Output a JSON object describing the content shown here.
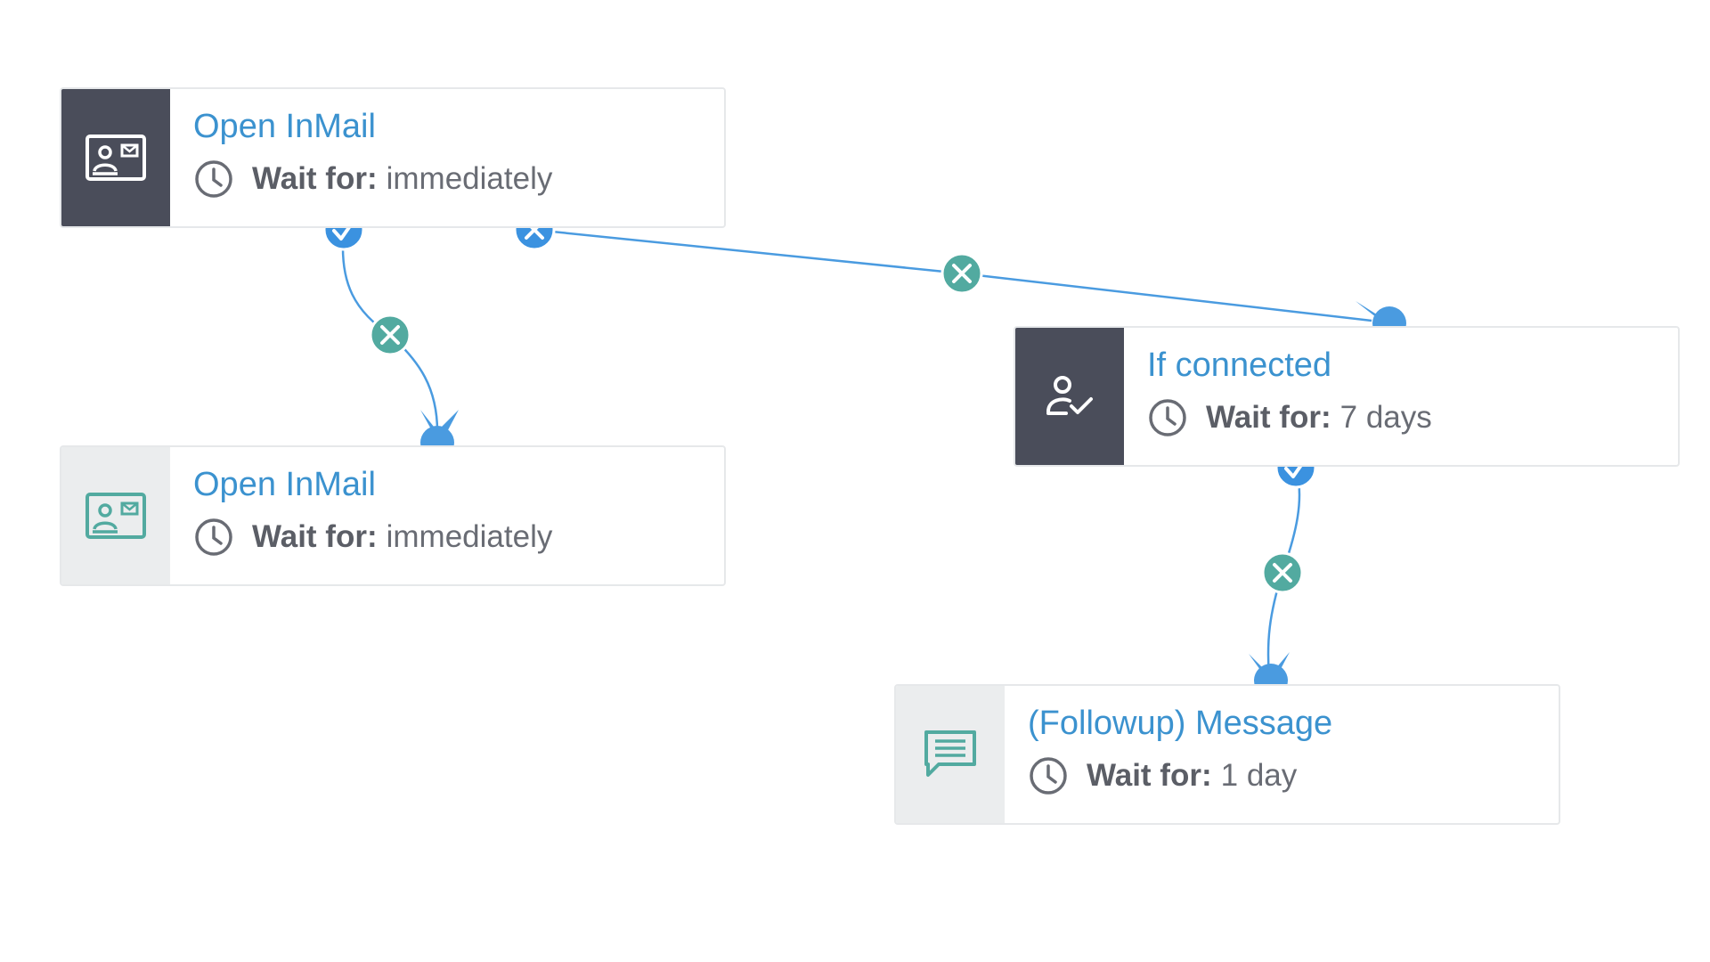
{
  "colors": {
    "accent_blue": "#3b92cf",
    "branch_teal": "#52aaa0",
    "connector_blue": "#4a9be0",
    "dark_icon_bg": "#4a4d5a",
    "light_icon_bg": "#ebedee",
    "text_gray": "#696c74"
  },
  "nodes": [
    {
      "id": "open-inmail-1",
      "title": "Open InMail",
      "wait_label": "Wait for:",
      "wait_value": "immediately",
      "icon": "inmail-card-icon",
      "state": "active"
    },
    {
      "id": "open-inmail-2",
      "title": "Open InMail",
      "wait_label": "Wait for:",
      "wait_value": "immediately",
      "icon": "inmail-card-icon",
      "state": "inactive"
    },
    {
      "id": "if-connected",
      "title": "If connected",
      "wait_label": "Wait for:",
      "wait_value": "7 days",
      "icon": "user-check-icon",
      "state": "active"
    },
    {
      "id": "followup-message",
      "title": "(Followup) Message",
      "wait_label": "Wait for:",
      "wait_value": "1 day",
      "icon": "message-icon",
      "state": "inactive"
    }
  ],
  "connections": [
    {
      "from": "open-inmail-1",
      "to": "open-inmail-2",
      "branch": "yes"
    },
    {
      "from": "open-inmail-1",
      "to": "if-connected",
      "branch": "no"
    },
    {
      "from": "if-connected",
      "to": "followup-message",
      "branch": "yes"
    }
  ]
}
